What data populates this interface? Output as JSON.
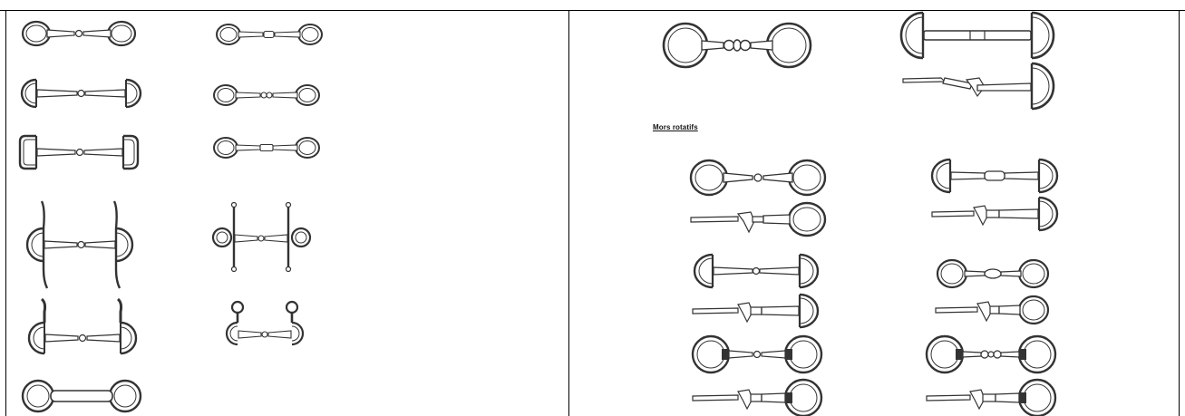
{
  "document": {
    "section_heading": "Mors rotatifs"
  },
  "bits": {
    "left": [
      {
        "id": "loose-ring-single-joint"
      },
      {
        "id": "loose-ring-double-joint"
      },
      {
        "id": "eggbutt-single-joint"
      },
      {
        "id": "loose-ring-double-joint-small"
      },
      {
        "id": "d-ring-square-single-joint"
      },
      {
        "id": "loose-ring-lozenge"
      },
      {
        "id": "full-cheek-single-joint"
      },
      {
        "id": "full-cheek-ring-single-joint"
      },
      {
        "id": "half-cheek-single-joint"
      },
      {
        "id": "half-cheek-loop-single-joint"
      },
      {
        "id": "mullen-mouth-loose-ring"
      }
    ],
    "right": [
      {
        "id": "loose-ring-french-link"
      },
      {
        "id": "eggbutt-mullen-mouth"
      },
      {
        "id": "eggbutt-rotating-side"
      },
      {
        "id": "rotating-loose-ring-single-joint"
      },
      {
        "id": "rotating-eggbutt-double"
      },
      {
        "id": "rotating-loose-ring-double-joint"
      }
    ]
  }
}
